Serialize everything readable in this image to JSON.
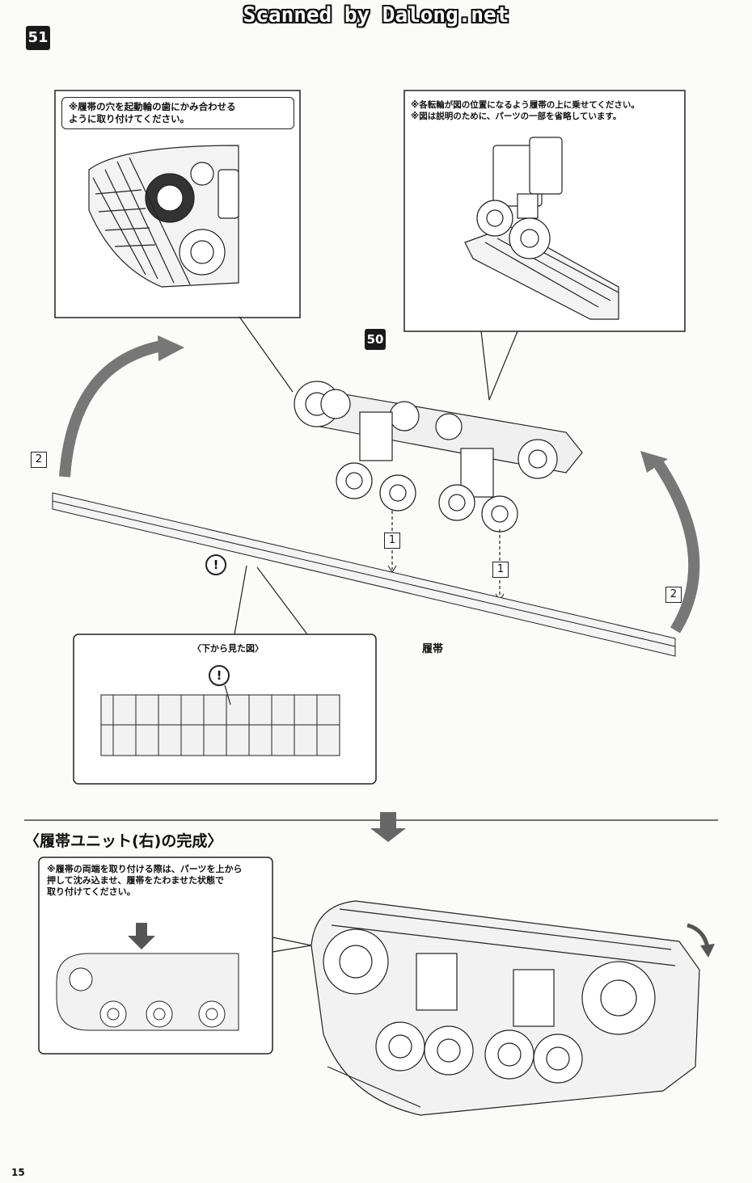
{
  "watermark": "Scanned by Dalong.net",
  "step": {
    "number": "51",
    "ref_step": "50"
  },
  "callout_top_left": {
    "note": "※履帯の穴を起動輪の歯にかみ合わせる\nように取り付けてください。"
  },
  "callout_top_right": {
    "note": "※各転輪が図の位置になるよう履帯の上に乗せてください。\n※図は説明のために、パーツの一部を省略しています。"
  },
  "markers": {
    "one": "1",
    "two": "2",
    "bang": "!"
  },
  "track_label": "履帯",
  "bottom_view_label": "〈下から見た図〉",
  "completion_title": "〈履帯ユニット(右)の完成〉",
  "completion_note": "※履帯の両端を取り付ける際は、パーツを上から\n押して沈み込ませ、履帯をたわませた状態で\n取り付けてください。",
  "page_number": "15",
  "colors": {
    "ink": "#1a1a1a",
    "arrow": "#666666",
    "paper": "#fbfbf9"
  }
}
